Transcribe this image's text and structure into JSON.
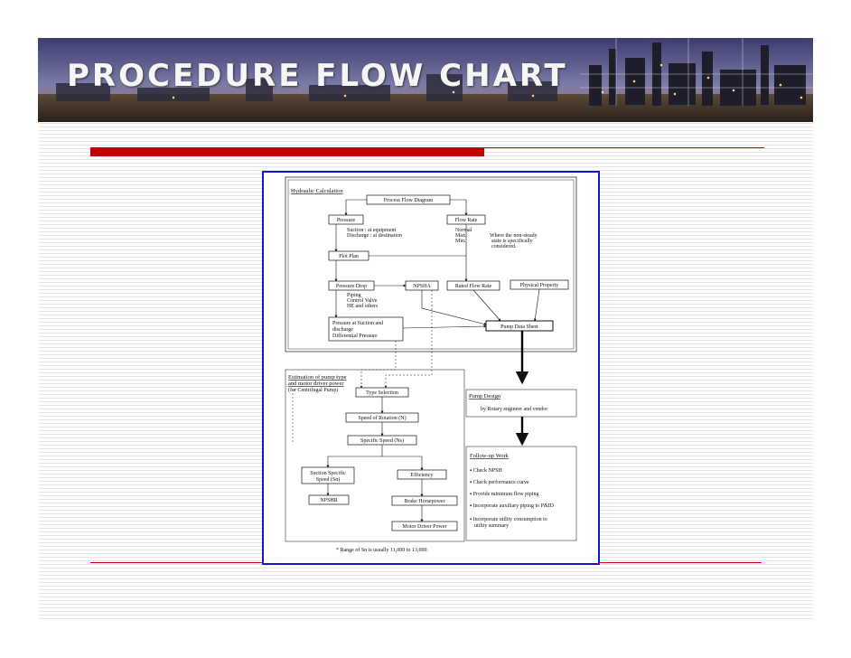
{
  "slide": {
    "title": "PROCEDURE FLOW CHART"
  },
  "colors": {
    "accent_red": "#c00000",
    "frame_blue": "#1414c8",
    "banner_sky": "#5a5a8a"
  },
  "flowchart": {
    "hydraulic": {
      "heading": "Hydraulic Calculation",
      "process_flow_diagram": "Process Flow Diagram",
      "pressure": "Pressure",
      "pressure_notes": [
        "Suction : at equipment",
        "Discharge : at destination"
      ],
      "flow_rate": "Flow Rate",
      "flow_notes": [
        "Normal",
        "Max.",
        "Min."
      ],
      "flow_note_extra": [
        "Where the non-steady",
        "state is specifically",
        "considered."
      ],
      "plot_plan": "Plot Plan",
      "pressure_drop": "Pressure Drop",
      "pressure_drop_notes": [
        "Piping",
        "Control Valve",
        "HE and others"
      ],
      "npsha": "NPSHA",
      "rated_flow_rate": "Rated Flow Rate",
      "physical_property": "Physical Property",
      "pressure_at_suction": [
        "Pressure at Suction and",
        "discharge",
        "Differential Pressure"
      ],
      "pump_data_sheet": "Pump Data Sheet"
    },
    "estimation": {
      "heading": [
        "Estimation of pump type",
        "and motor driver power",
        "(for Centrifugal Pump)"
      ],
      "type_selection": "Type Selection",
      "speed_of_rotation": "Speed of Rotation (N)",
      "specific_speed": "Specific Speed (Ns)",
      "suction_specific_speed": [
        "Suction Specific",
        "Speed (Sn)"
      ],
      "efficiency": "Efficiency",
      "npshr": "NPSHR",
      "brake_horsepower": "Brake Horsepower",
      "motor_driver_power": "Motor Driver Power",
      "footnote": "* Range of Sn is usually 11,000 to 13,000."
    },
    "pump_design": {
      "heading": "Pump Design",
      "note": "by Rotary engineer and vendor"
    },
    "follow_up": {
      "heading": "Follow-up Work",
      "items": [
        "Check NPSH",
        "Check performance curve",
        "Provide minimum flow piping",
        "Incorporate auxiliary piping to P&ID",
        "Incorporate utility consumption to",
        "utility summary"
      ]
    }
  }
}
